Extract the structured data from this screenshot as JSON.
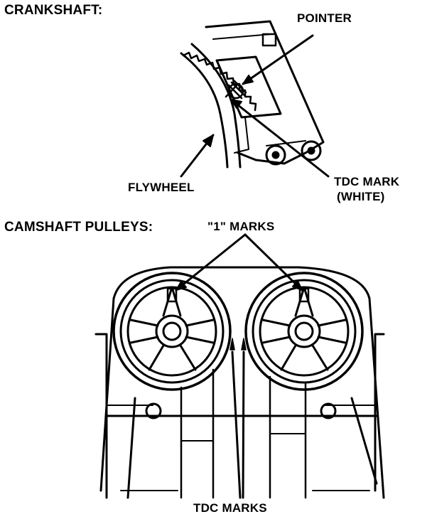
{
  "crankshaft": {
    "heading": "CRANKSHAFT:",
    "pointer_label": "POINTER",
    "flywheel_label": "FLYWHEEL",
    "tdc_mark_label": "TDC MARK",
    "tdc_mark_note": "(WHITE)"
  },
  "camshaft": {
    "heading": "CAMSHAFT PULLEYS:",
    "one_marks_label": "\"1\" MARKS",
    "tdc_marks_label": "TDC MARKS"
  },
  "colors": {
    "ink": "#000000",
    "paper": "#ffffff"
  }
}
